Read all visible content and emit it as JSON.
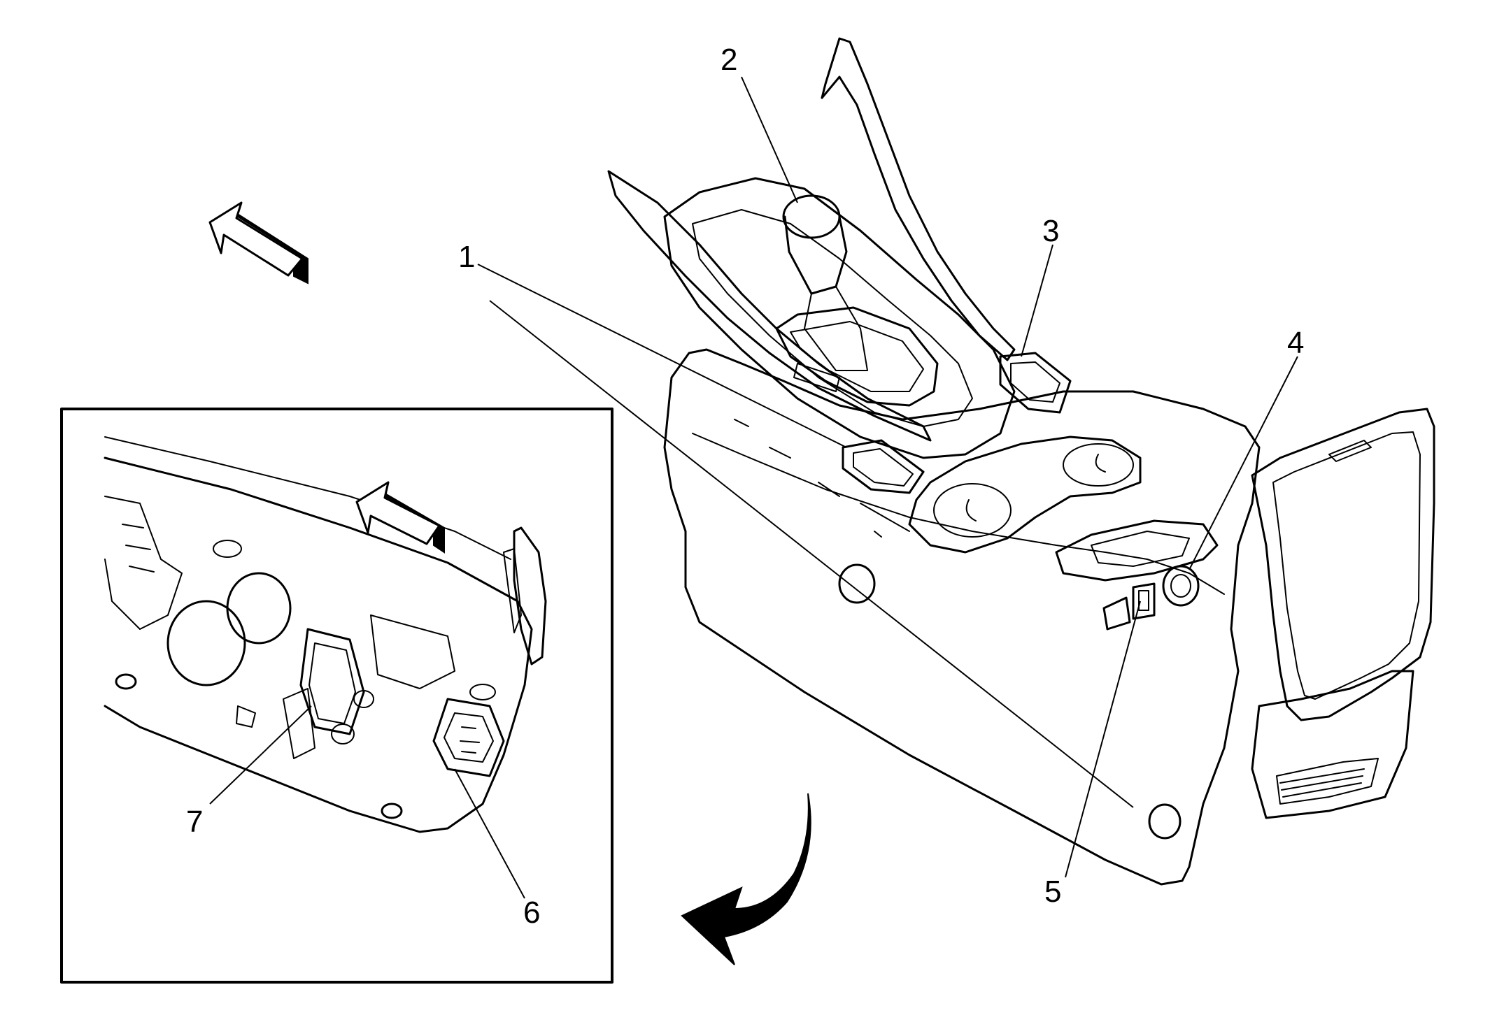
{
  "callouts": [
    {
      "id": "1",
      "text": "1"
    },
    {
      "id": "2",
      "text": "2"
    },
    {
      "id": "3",
      "text": "3"
    },
    {
      "id": "4",
      "text": "4"
    },
    {
      "id": "5",
      "text": "5"
    },
    {
      "id": "6",
      "text": "6"
    },
    {
      "id": "7",
      "text": "7"
    }
  ],
  "colors": {
    "line": "#000000",
    "background": "#ffffff"
  },
  "icons": [
    "forward-direction-arrow-icon",
    "rotation-arrow-icon"
  ]
}
